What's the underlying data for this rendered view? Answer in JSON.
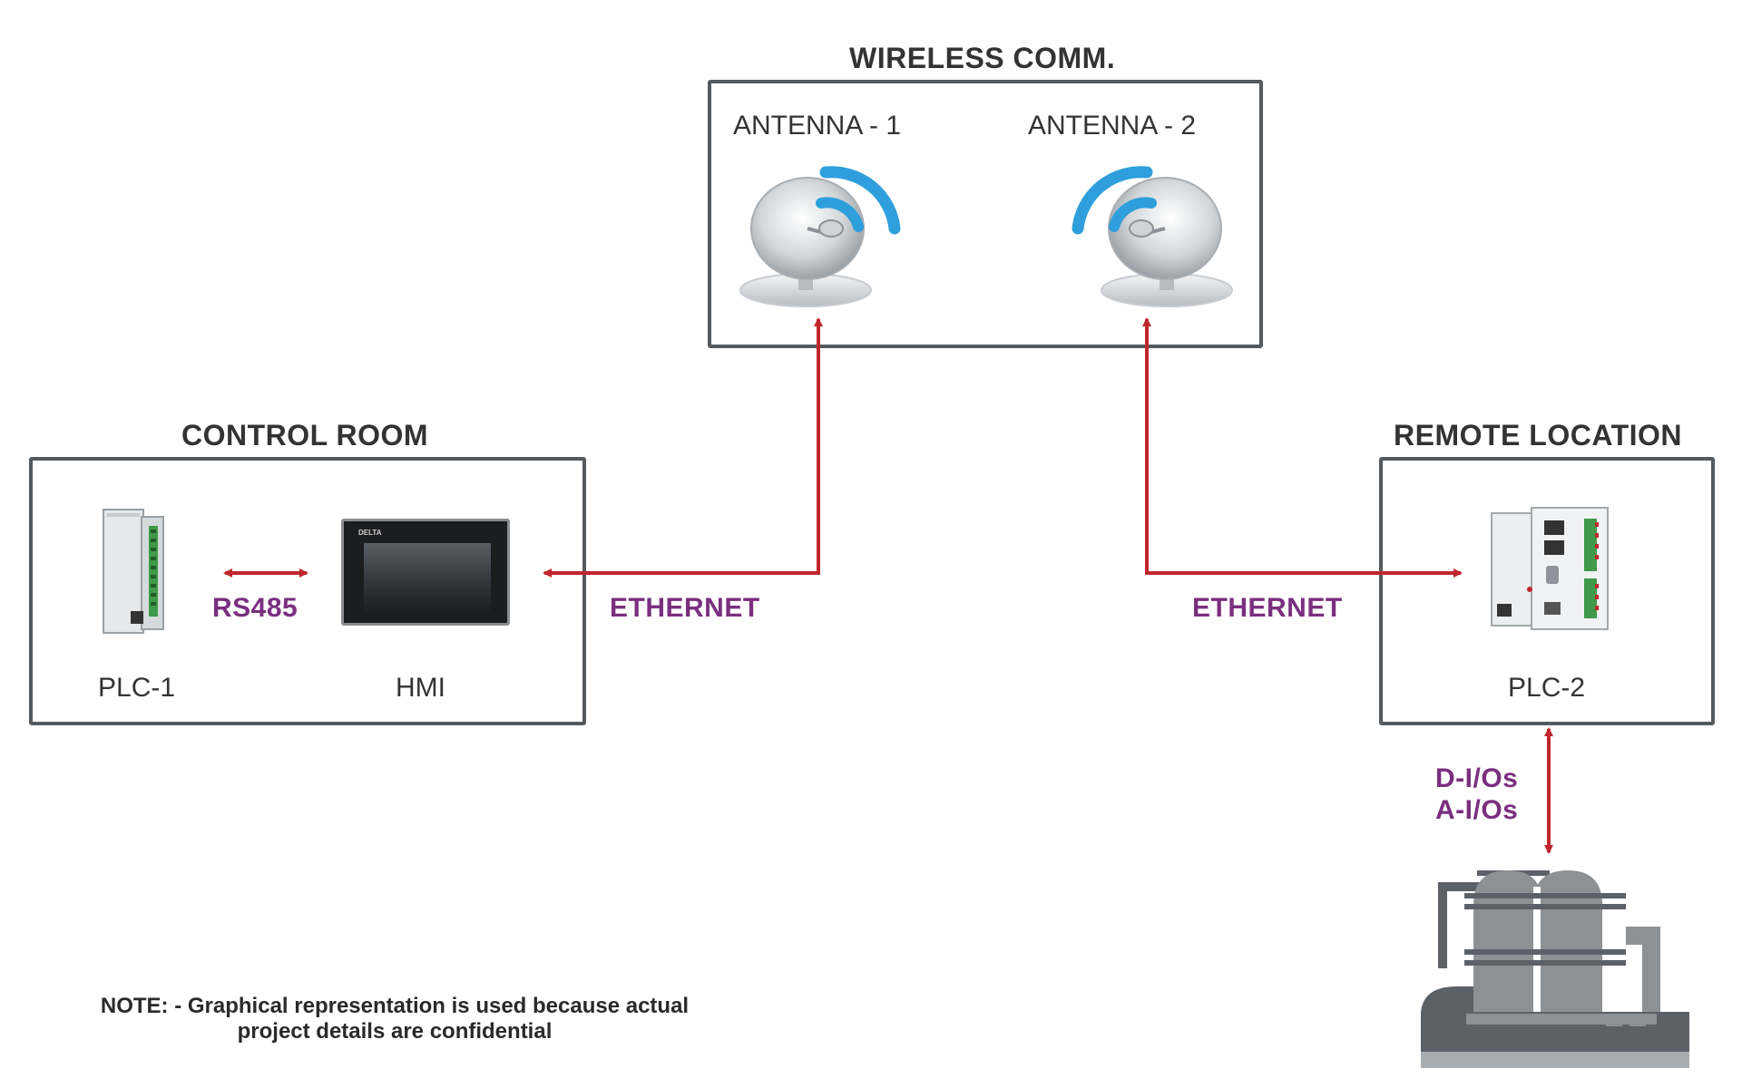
{
  "wireless": {
    "title": "WIRELESS COMM.",
    "antenna1_label": "ANTENNA - 1",
    "antenna2_label": "ANTENNA - 2"
  },
  "control_room": {
    "title": "CONTROL ROOM",
    "plc1_label": "PLC-1",
    "hmi_label": "HMI",
    "hmi_brand": "DELTA",
    "rs485_label": "RS485"
  },
  "remote": {
    "title": "REMOTE LOCATION",
    "plc2_label": "PLC-2",
    "io_line1": "D-I/Os",
    "io_line2": "A-I/Os"
  },
  "links": {
    "ethernet_left": "ETHERNET",
    "ethernet_right": "ETHERNET"
  },
  "note": {
    "line1": "NOTE: - Graphical representation is used because actual",
    "line2": "project details are confidential"
  },
  "colors": {
    "arrow": "#c0272d",
    "label_purple": "#7a2f7f",
    "frame": "#555a5e",
    "signal_blue": "#2e9fdc",
    "plant_gray": "#8d9194",
    "plant_dark": "#5c6168"
  }
}
